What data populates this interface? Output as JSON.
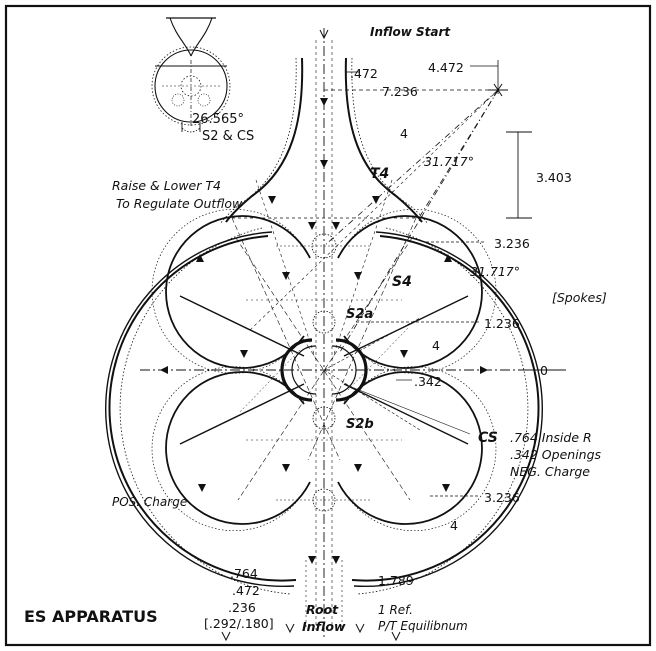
{
  "title": "ES APPARATUS",
  "labels": {
    "inflow_start": "Inflow Start",
    "angle_top": "26.565°",
    "s2_cs": "S2 & CS",
    "raise_lower_1": "Raise & Lower T4",
    "raise_lower_2": "To Regulate Outflow",
    "t4": "T4",
    "s4": "S4",
    "s2a": "S2a",
    "s2b": "S2b",
    "cs": "CS",
    "cs_inside": ".764 Inside R",
    "cs_openings": ".342 Openings",
    "cs_charge": "NEG. Charge",
    "spokes": "[Spokes]",
    "pos_charge": "POS. Charge",
    "root": "Root",
    "inflow": "Inflow",
    "ref": "1 Ref.",
    "equilibrium": "P/T Equilibnum"
  },
  "dimensions": {
    "d_472_top": ".472",
    "d_4472": "4.472",
    "d_7236": "7.236",
    "d_4_diag": "4",
    "d_31717_top": "31.717°",
    "d_3403": "3.403",
    "d_3236_upper": "3.236",
    "d_31717_mid": "31.717°",
    "d_1236": "1.236",
    "d_4_mid": "4",
    "d_zero": "0",
    "d_342": ".342",
    "d_3236_lower": "3.236",
    "d_4_low": "4",
    "d_764": ".764",
    "d_472_low": ".472",
    "d_236": ".236",
    "d_292": "[.292/.180]",
    "d_1789": "1.789"
  },
  "colors": {
    "ink": "#111111",
    "paper": "#ffffff"
  }
}
